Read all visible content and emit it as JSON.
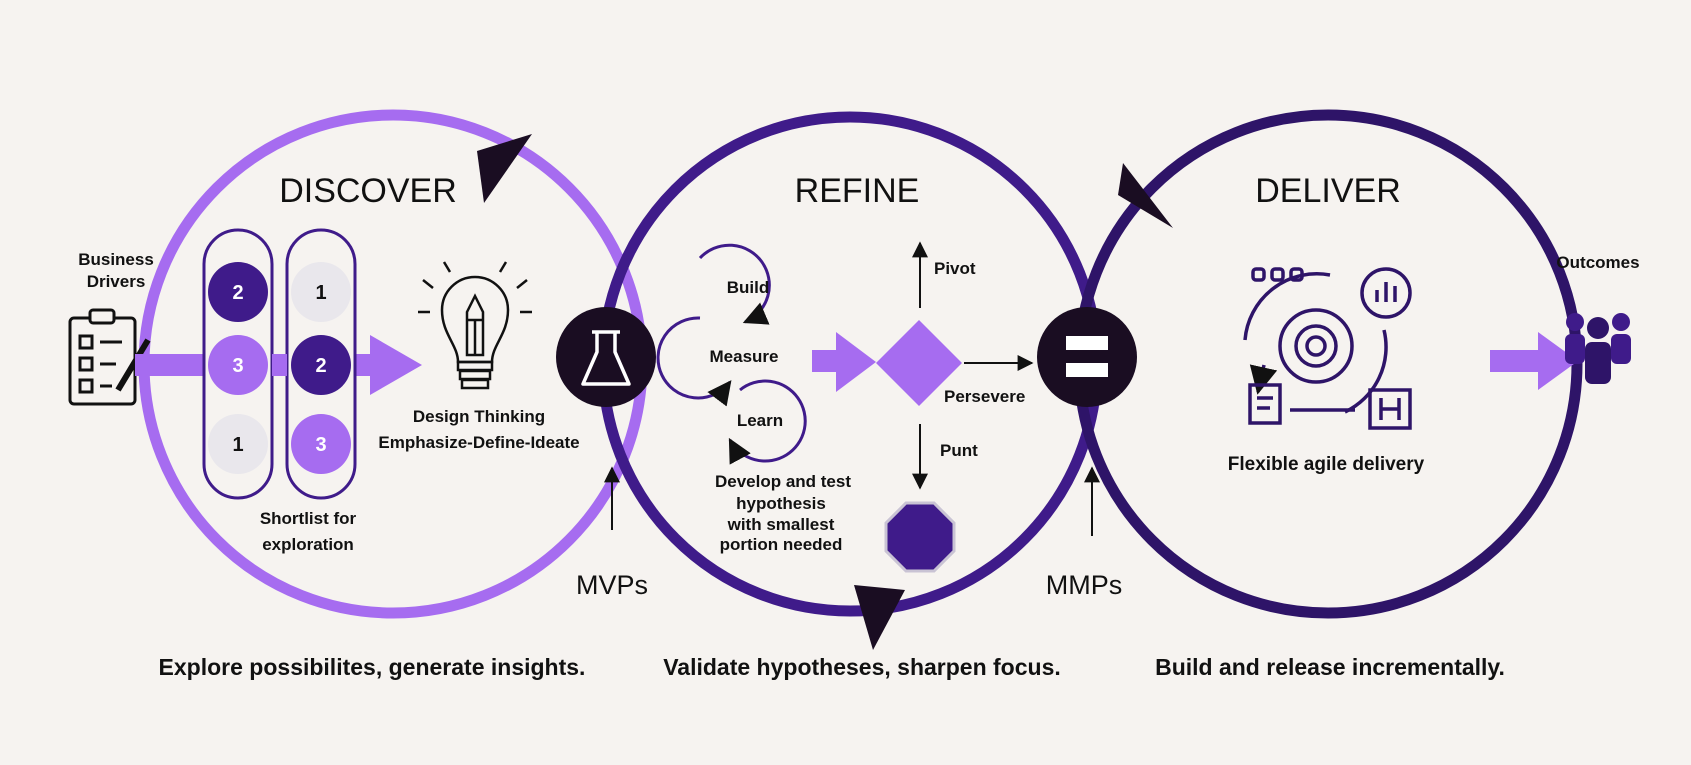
{
  "phases": [
    {
      "title": "DISCOVER",
      "caption": "Explore possibilites, generate insights.",
      "color": "#a66cf0"
    },
    {
      "title": "REFINE",
      "caption": "Validate hypotheses, sharpen focus.",
      "color": "#3f1b8a"
    },
    {
      "title": "DELIVER",
      "caption": "Build and release incrementally.",
      "color": "#2e1468"
    }
  ],
  "discover": {
    "input_label_1": "Business",
    "input_label_2": "Drivers",
    "left_column": [
      "2",
      "3",
      "1"
    ],
    "right_column": [
      "1",
      "2",
      "3"
    ],
    "shortlist_1": "Shortlist for",
    "shortlist_2": "exploration",
    "design_1": "Design Thinking",
    "design_2": "Emphasize-Define-Ideate"
  },
  "refine": {
    "loop": [
      "Build",
      "Measure",
      "Learn"
    ],
    "note": [
      "Develop and test",
      "hypothesis",
      "with smallest",
      "portion needed"
    ],
    "pivot": "Pivot",
    "persevere": "Persevere",
    "punt": "Punt"
  },
  "deliver": {
    "label": "Flexible agile delivery",
    "output": "Outcomes"
  },
  "gates": {
    "mvp": "MVPs",
    "mmp": "MMPs"
  },
  "colors": {
    "light_purple": "#a66cf0",
    "dark_purple": "#3f1b8a",
    "deep_purple": "#2e1468",
    "gate_black": "#1a0d22",
    "pale_gray": "#e9e7ec",
    "background": "#f6f3f0"
  }
}
